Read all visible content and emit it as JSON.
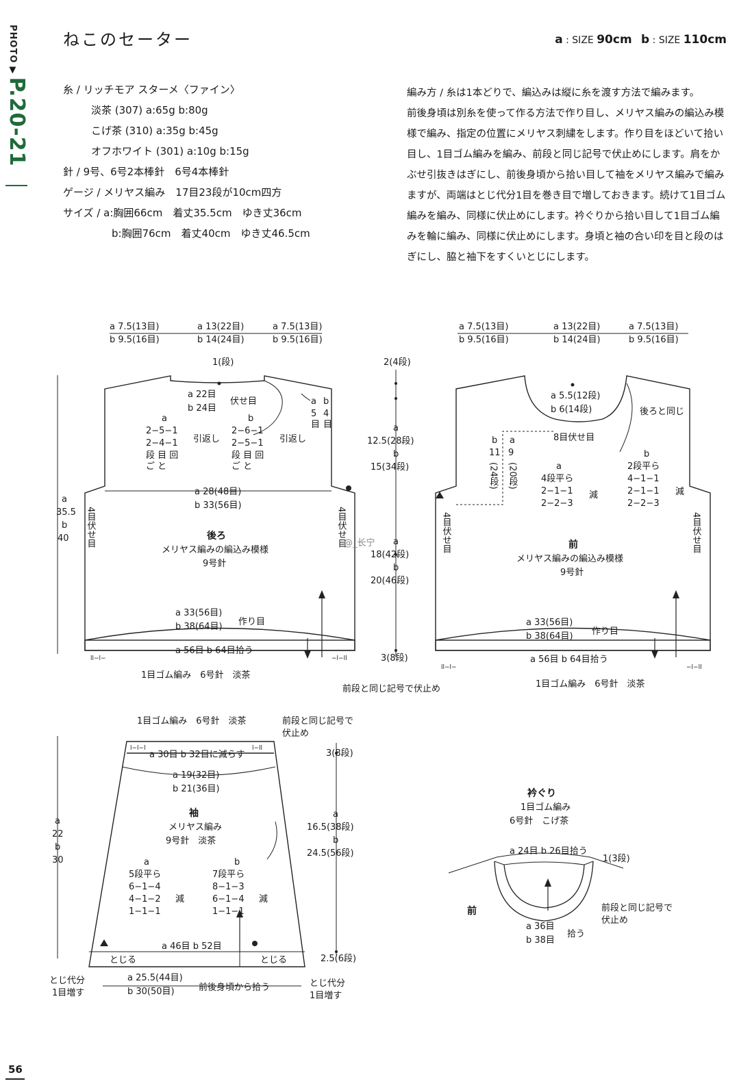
{
  "side": {
    "photo_label": "PHOTO",
    "page_ref": "P.20-21"
  },
  "title": "ねこのセーター",
  "sizes": {
    "a_label": "a",
    "a_text": "SIZE",
    "a_value": "90cm",
    "b_label": "b",
    "b_text": "SIZE",
    "b_value": "110cm"
  },
  "materials": {
    "yarn": "糸 / リッチモア スターメ〈ファイン〉",
    "c1": "淡茶 (307) a:65g  b:80g",
    "c2": "こげ茶 (310) a:35g  b:45g",
    "c3": "オフホワイト (301) a:10g  b:15g",
    "needles": "針 / 9号、6号2本棒針　6号4本棒針",
    "gauge": "ゲージ / メリヤス編み　17目23段が10cm四方",
    "size_a": "サイズ / a:胸囲66cm　着丈35.5cm　ゆき丈36cm",
    "size_b": "b:胸囲76cm　着丈40cm　ゆき丈46.5cm"
  },
  "method": [
    "編み方 / 糸は1本どりで、編込みは縦に糸を渡す方法で編みます。",
    "前後身頃は別糸を使って作る方法で作り目し、メリヤス編みの編込み模様で編み、指定の位置にメリヤス刺繍をします。作り目をほどいて拾い目し、1目ゴム編みを編み、前段と同じ記号で伏止めにします。肩をかぶせ引抜きはぎにし、前後身頃から拾い目して袖をメリヤス編みで編みますが、両端はとじ代分1目を巻き目で増しておきます。続けて1目ゴム編みを編み、同様に伏止めにします。衿ぐりから拾い目して1目ゴム編みを輪に編み、同様に伏止めにします。身頃と袖の合い印を目と段のはぎにし、脇と袖下をすくいとじにします。"
  ],
  "back": {
    "top_l1": "a 7.5(13目)",
    "top_l2": "b 9.5(16目)",
    "top_c1": "a 13(22目)",
    "top_c2": "b 14(24目)",
    "top_r1": "a 7.5(13目)",
    "top_r2": "b 9.5(16目)",
    "neck_rows": "1(段)",
    "neck_a": "a 22目",
    "neck_b": "b 24目",
    "neck_bo": "伏せ目",
    "sh_a_h": "a",
    "sh_a_1": "2−5−1",
    "sh_a_2": "2−4−1",
    "sh_a_3": "段 目 回",
    "sh_a_4": "ご と",
    "sh_b_h": "b",
    "sh_b_1": "2−6−1",
    "sh_b_2": "2−5−1",
    "sh_b_3": "段 目 回",
    "sh_b_4": "ご と",
    "hikikaeshi": "引返し",
    "ab_a": "a",
    "ab_b": "b",
    "ab_5": "5",
    "ab_4": "4",
    "ab_me": "目",
    "width_a": "a 28(48目)",
    "width_b": "b 33(56目)",
    "h_a": "a",
    "h_a_v": "35.5",
    "h_b": "b",
    "h_b_v": "40",
    "bo4": "4目伏せ目",
    "name": "後ろ",
    "pattern": "メリヤス編みの編込み模様",
    "needle": "9号針",
    "cast_a": "a 33(56目)",
    "cast_b": "b 38(64目)",
    "cast": "作り目",
    "pick": "a 56目 b 64目拾う",
    "rib": "1目ゴム編み　6号針　淡茶",
    "rib_mark": "ll−l−",
    "rib_mark_r": "−l−ll",
    "same_bo": "前段と同じ記号で伏止め"
  },
  "center": {
    "r1": "2(4段)",
    "a": "a",
    "r2": "12.5(28段)",
    "b": "b",
    "r3": "15(34段)",
    "r4": "18(42段)",
    "r5": "20(46段)",
    "r6": "3(8段)"
  },
  "front": {
    "top_l1": "a 7.5(13目)",
    "top_l2": "b 9.5(16目)",
    "top_c1": "a 13(22目)",
    "top_c2": "b 14(24目)",
    "top_r1": "a 7.5(13目)",
    "top_r2": "b 9.5(16目)",
    "neck_a": "a 5.5(12段)",
    "neck_b": "b 6(14段)",
    "same_back": "後ろと同じ",
    "neck_bo": "8目伏せ目",
    "dep_b": "b",
    "dep_b_v": "11",
    "dep_b_r": "(24段)",
    "dep_a": "a",
    "dep_a_v": "9",
    "dep_a_r": "(20段)",
    "dec_a_h": "a",
    "dec_a_0": "4段平ら",
    "dec_a_1": "2−1−1",
    "dec_a_2": "2−2−3",
    "dec_b_h": "b",
    "dec_b_0": "2段平ら",
    "dec_b_1": "4−1−1",
    "dec_b_2": "2−1−1",
    "dec_b_3": "2−2−3",
    "gen": "減",
    "bo4": "4目伏せ目",
    "name": "前",
    "pattern": "メリヤス編みの編込み模様",
    "needle": "9号針",
    "cast_a": "a 33(56目)",
    "cast_b": "b 38(64目)",
    "cast": "作り目",
    "pick": "a 56目 b 64目拾う",
    "rib": "1目ゴム編み　6号針　淡茶",
    "rib_mark": "ll−l−",
    "rib_mark_r": "−l−ll"
  },
  "sleeve": {
    "rib": "1目ゴム編み　6号針　淡茶",
    "same_bo1": "前段と同じ記号で",
    "same_bo2": "伏止め",
    "dec_top": "a 30目 b 32目に減らす",
    "rib_mark": "l−l−l",
    "rib_mark_r": "l−ll",
    "top_a": "a 19(32目)",
    "top_b": "b 21(36目)",
    "name": "袖",
    "pattern": "メリヤス編み",
    "needle": "9号針　淡茶",
    "h_a": "a",
    "h_a_v": "22",
    "h_b": "b",
    "h_b_v": "30",
    "r_top": "3(8段)",
    "r_a": "a",
    "r_a_v": "16.5(38段)",
    "r_b": "b",
    "r_b_v": "24.5(56段)",
    "r_bot": "2.5(6段)",
    "inc_a_h": "a",
    "inc_a_0": "5段平ら",
    "inc_a_1": "6−1−4",
    "inc_a_2": "4−1−2",
    "inc_a_3": "1−1−1",
    "inc_b_h": "b",
    "inc_b_0": "7段平ら",
    "inc_b_1": "8−1−3",
    "inc_b_2": "6−1−4",
    "inc_b_3": "1−1−1",
    "zo": "減",
    "bot_mid": "a 46目 b 52目",
    "toji_l": "とじる",
    "toji_r": "とじる",
    "pick_a": "a 25.5(44目)",
    "pick_b": "b 30(50目)",
    "pick": "前後身頃から拾う",
    "inc_l1": "とじ代分",
    "inc_l2": "1目増す",
    "inc_r1": "とじ代分",
    "inc_r2": "1目増す"
  },
  "neckband": {
    "title": "衿ぐり",
    "rib": "1目ゴム編み",
    "needle": "6号針　こげ茶",
    "pick_top": "a 24目 b 26目拾う",
    "rows": "1(3段)",
    "front": "前",
    "pick_a": "a 36目",
    "pick_b": "b 38目",
    "pick": "拾う",
    "same_bo1": "前段と同じ記号で",
    "same_bo2": "伏止め"
  },
  "watermark": "@_长宁",
  "page_number": "56"
}
